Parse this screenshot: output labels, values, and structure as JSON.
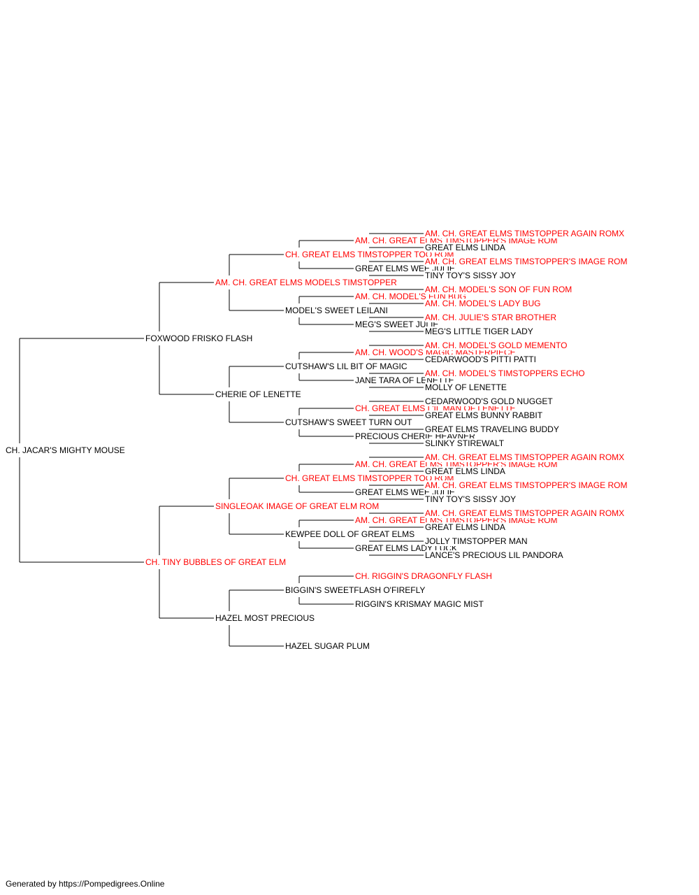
{
  "colors": {
    "champion": "#ff0000",
    "normal": "#000000",
    "line": "#000000"
  },
  "footer": "Generated by https://Pompedigrees.Online",
  "pedigree": {
    "name": "CH. JACAR'S MIGHTY MOUSE",
    "champion": false,
    "sire": {
      "name": "FOXWOOD FRISKO FLASH",
      "champion": false,
      "sire": {
        "name": "AM. CH. GREAT ELMS MODELS TIMSTOPPER",
        "champion": true,
        "sire": {
          "name": "CH. GREAT ELMS TIMSTOPPER TOO ROM",
          "champion": true,
          "sire": {
            "name": "AM. CH. GREAT ELMS TIMSTOPPER'S IMAGE ROM",
            "champion": true,
            "sire": {
              "name": "AM. CH. GREAT ELMS TIMSTOPPER AGAIN ROMX",
              "champion": true
            },
            "dam": {
              "name": "GREAT ELMS LINDA",
              "champion": false
            }
          },
          "dam": {
            "name": "GREAT ELMS WEE JULIE",
            "champion": false,
            "sire": {
              "name": "AM. CH. GREAT ELMS TIMSTOPPER'S IMAGE ROM",
              "champion": true
            },
            "dam": {
              "name": "TINY TOY'S SISSY JOY",
              "champion": false
            }
          }
        },
        "dam": {
          "name": "MODEL'S SWEET LEILANI",
          "champion": false,
          "sire": {
            "name": "AM. CH. MODEL'S FUN BUG",
            "champion": true,
            "sire": {
              "name": "AM. CH. MODEL'S SON OF FUN ROM",
              "champion": true
            },
            "dam": {
              "name": "AM. CH. MODEL'S LADY BUG",
              "champion": true
            }
          },
          "dam": {
            "name": "MEG'S SWEET JULIE",
            "champion": false,
            "sire": {
              "name": "AM. CH. JULIE'S STAR BROTHER",
              "champion": true
            },
            "dam": {
              "name": "MEG'S LITTLE TIGER LADY",
              "champion": false
            }
          }
        }
      },
      "dam": {
        "name": "CHERIE OF LENETTE",
        "champion": false,
        "sire": {
          "name": "CUTSHAW'S LIL BIT OF MAGIC",
          "champion": false,
          "sire": {
            "name": "AM. CH. WOOD'S MAGIC MASTERPIECE",
            "champion": true,
            "sire": {
              "name": "AM. CH. MODEL'S GOLD MEMENTO",
              "champion": true
            },
            "dam": {
              "name": "CEDARWOOD'S PITTI PATTI",
              "champion": false
            }
          },
          "dam": {
            "name": "JANE TARA OF LENETTE",
            "champion": false,
            "sire": {
              "name": "AM. CH. MODEL'S TIMSTOPPERS ECHO",
              "champion": true
            },
            "dam": {
              "name": "MOLLY OF LENETTE",
              "champion": false
            }
          }
        },
        "dam": {
          "name": "CUTSHAW'S SWEET TURN OUT",
          "champion": false,
          "sire": {
            "name": "CH. GREAT ELMS L'IL MAN OF LENETTE",
            "champion": true,
            "sire": {
              "name": "CEDARWOOD'S GOLD NUGGET",
              "champion": false
            },
            "dam": {
              "name": "GREAT ELMS BUNNY RABBIT",
              "champion": false
            }
          },
          "dam": {
            "name": "PRECIOUS CHERIE HEAVNER",
            "champion": false,
            "sire": {
              "name": "GREAT ELMS TRAVELING BUDDY",
              "champion": false
            },
            "dam": {
              "name": "SLINKY STIREWALT",
              "champion": false
            }
          }
        }
      }
    },
    "dam": {
      "name": "CH. TINY BUBBLES OF GREAT ELM",
      "champion": true,
      "sire": {
        "name": "SINGLEOAK IMAGE OF GREAT ELM ROM",
        "champion": true,
        "sire": {
          "name": "CH. GREAT ELMS TIMSTOPPER TOO ROM",
          "champion": true,
          "sire": {
            "name": "AM. CH. GREAT ELMS TIMSTOPPER'S IMAGE ROM",
            "champion": true,
            "sire": {
              "name": "AM. CH. GREAT ELMS TIMSTOPPER AGAIN ROMX",
              "champion": true
            },
            "dam": {
              "name": "GREAT ELMS LINDA",
              "champion": false
            }
          },
          "dam": {
            "name": "GREAT ELMS WEE JULIE",
            "champion": false,
            "sire": {
              "name": "AM. CH. GREAT ELMS TIMSTOPPER'S IMAGE ROM",
              "champion": true
            },
            "dam": {
              "name": "TINY TOY'S SISSY JOY",
              "champion": false
            }
          }
        },
        "dam": {
          "name": "KEWPEE DOLL OF GREAT ELMS",
          "champion": false,
          "sire": {
            "name": "AM. CH. GREAT ELMS TIMSTOPPER'S IMAGE ROM",
            "champion": true,
            "sire": {
              "name": "AM. CH. GREAT ELMS TIMSTOPPER AGAIN ROMX",
              "champion": true
            },
            "dam": {
              "name": "GREAT ELMS LINDA",
              "champion": false
            }
          },
          "dam": {
            "name": "GREAT ELMS LADY LUCK",
            "champion": false,
            "sire": {
              "name": "JOLLY TIMSTOPPER MAN",
              "champion": false
            },
            "dam": {
              "name": "LANCE'S PRECIOUS LIL PANDORA",
              "champion": false
            }
          }
        }
      },
      "dam": {
        "name": "HAZEL MOST PRECIOUS",
        "champion": false,
        "sire": {
          "name": "BIGGIN'S SWEETFLASH O'FIREFLY",
          "champion": false,
          "sire": {
            "name": "CH. RIGGIN'S DRAGONFLY FLASH",
            "champion": true
          },
          "dam": {
            "name": "RIGGIN'S KRISMAY MAGIC MIST",
            "champion": false
          }
        },
        "dam": {
          "name": "HAZEL SUGAR PLUM",
          "champion": false
        }
      }
    }
  }
}
